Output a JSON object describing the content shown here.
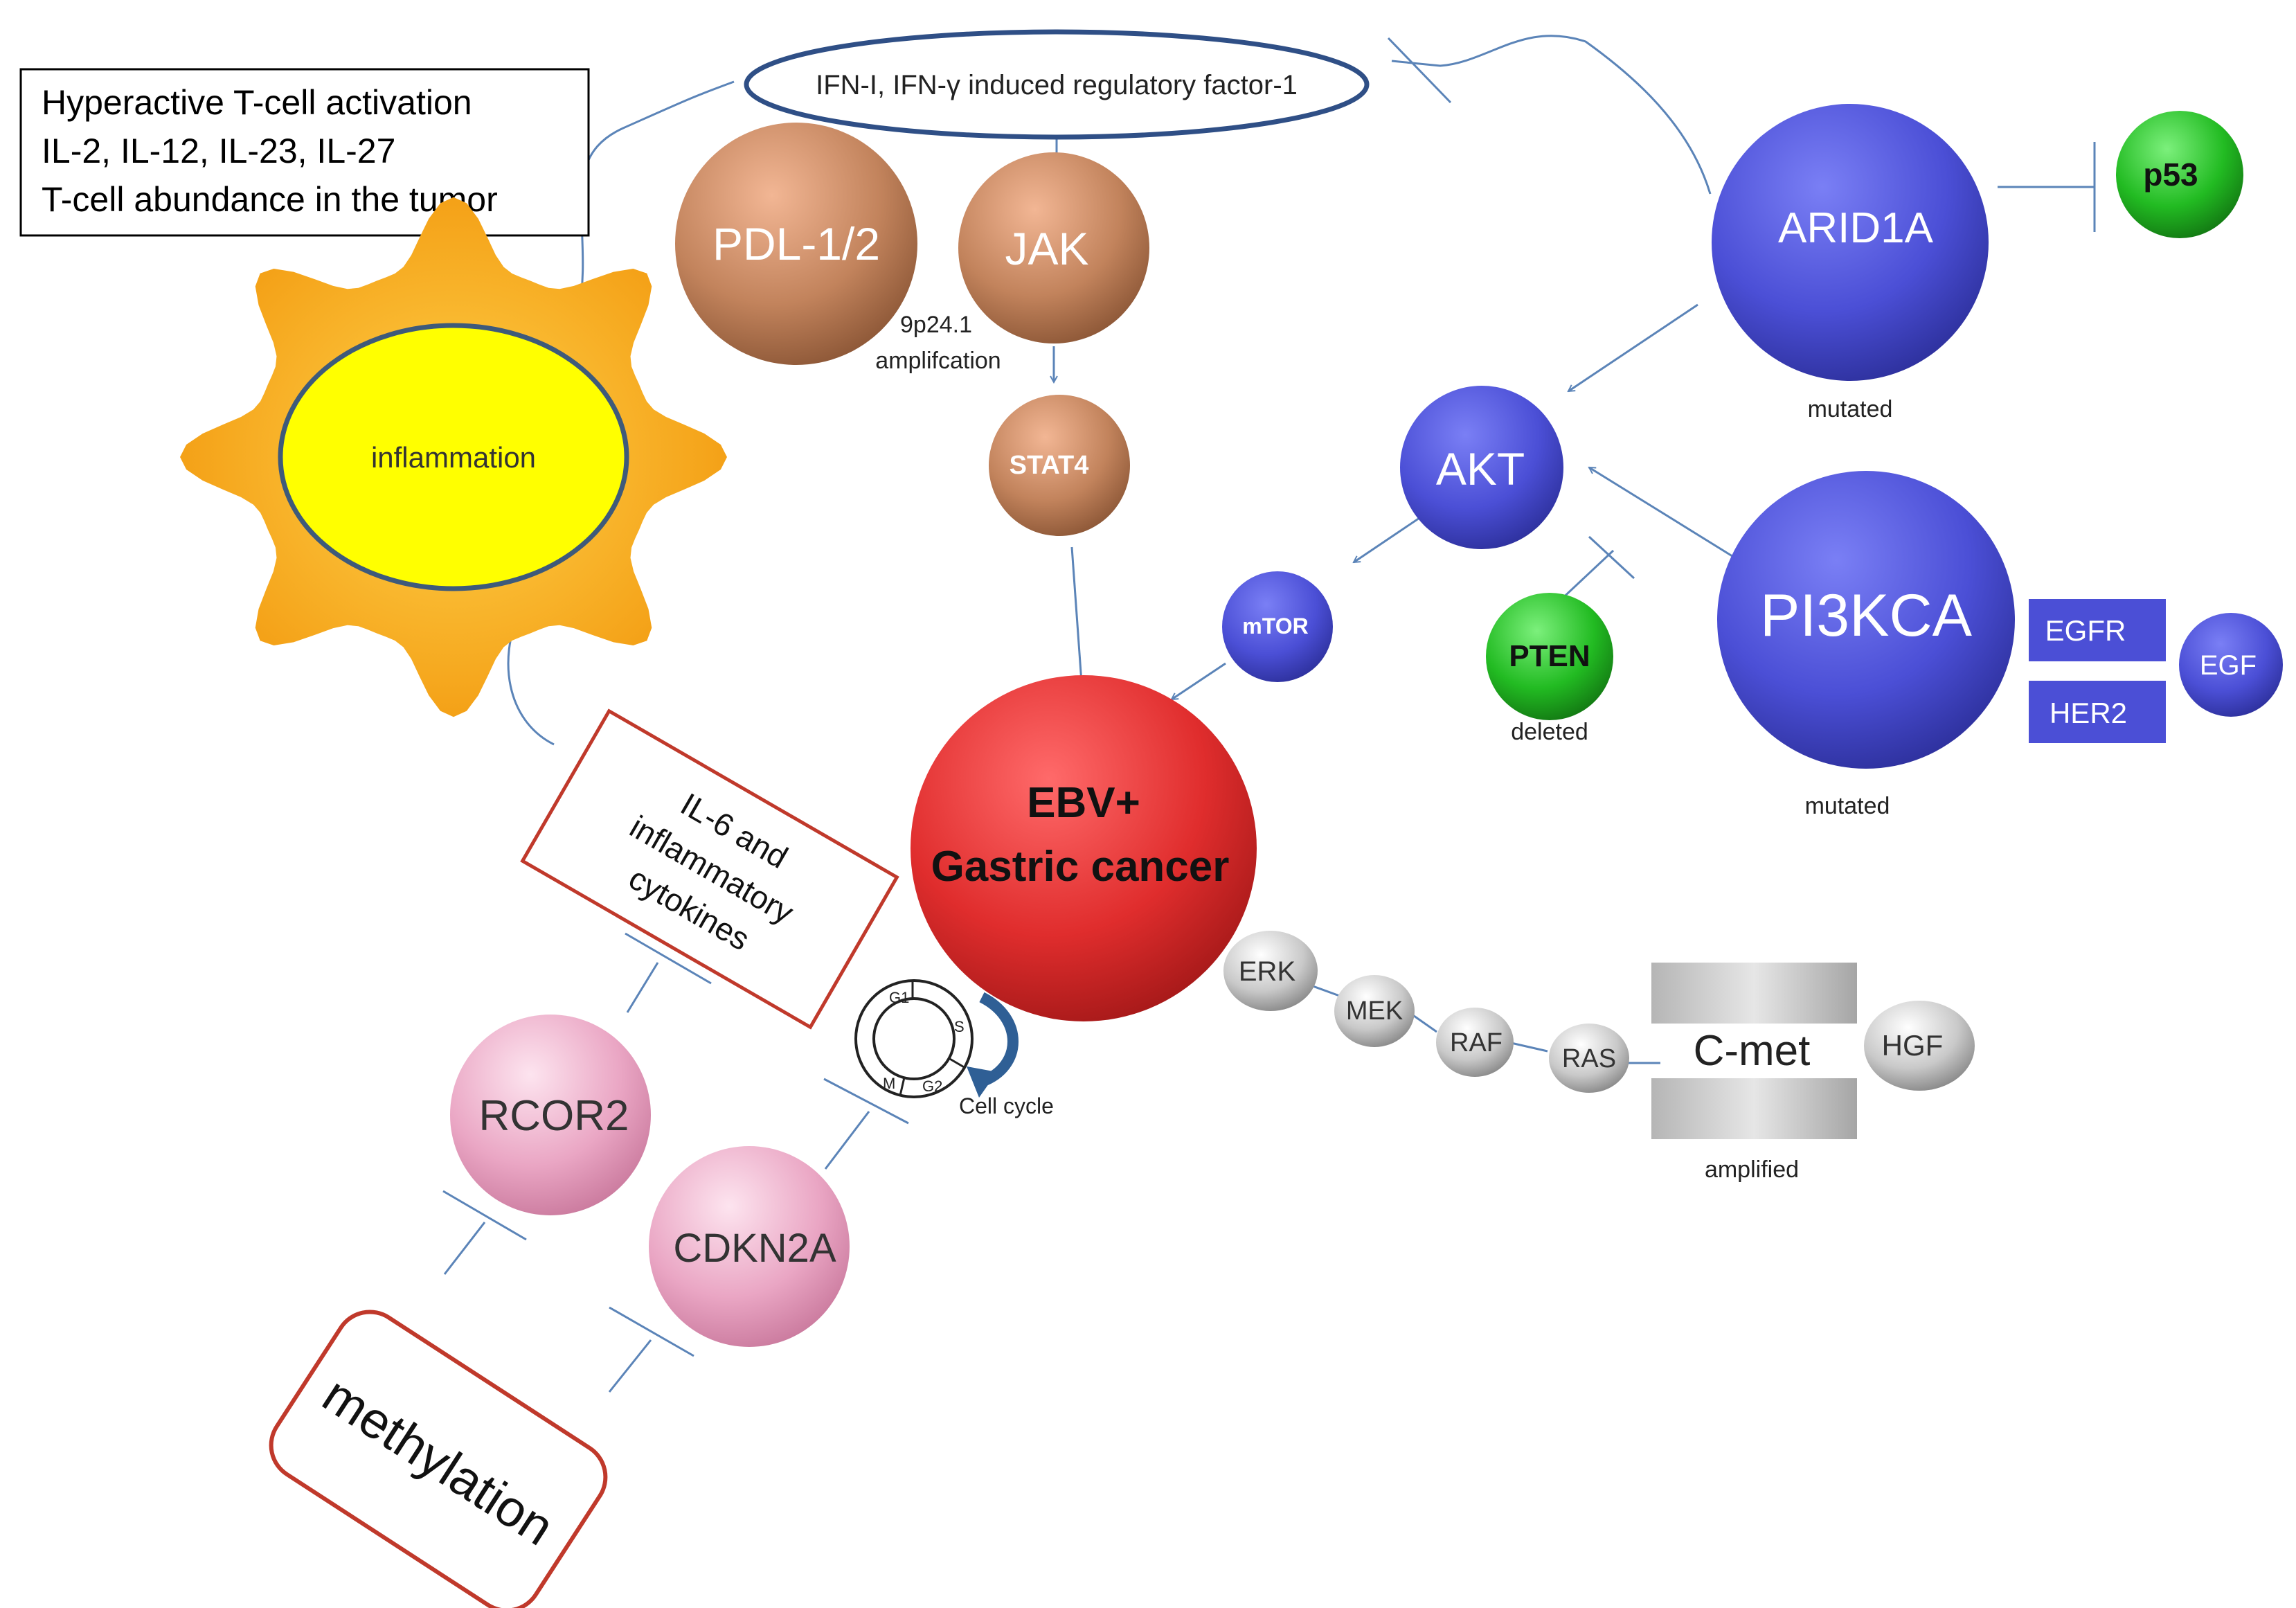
{
  "info_box": {
    "lines": [
      "Hyperactive T-cell activation",
      "IL-2, IL-12, IL-23, IL-27",
      "T-cell abundance in the tumor"
    ]
  },
  "irf_label": "IFN-I, IFN-γ induced regulatory factor-1",
  "inflammation_label": "inflammation",
  "nodes": {
    "pdl": "PDL-1/2",
    "jak": "JAK",
    "stat4": "STAT4",
    "amp_line1": "9p24.1",
    "amp_line2": "amplifcation",
    "arid1a": "ARID1A",
    "arid1a_note": "mutated",
    "p53": "p53",
    "akt": "AKT",
    "mtor": "mTOR",
    "pten": "PTEN",
    "pten_note": "deleted",
    "pi3kca": "PI3KCA",
    "pi3kca_note": "mutated",
    "egfr": "EGFR",
    "her2": "HER2",
    "egf": "EGF",
    "ebv_line1": "EBV+",
    "ebv_line2": "Gastric cancer",
    "erk": "ERK",
    "mek": "MEK",
    "raf": "RAF",
    "ras": "RAS",
    "cmet": "C-met",
    "cmet_note": "amplified",
    "hgf": "HGF",
    "rcor2": "RCOR2",
    "cdkn2a": "CDKN2A",
    "methylation": "methylation",
    "cytokines": [
      "IL-6 and",
      "inflammatory",
      "cytokines"
    ],
    "cell_cycle": "Cell cycle",
    "phase_g1": "G1",
    "phase_s": "S",
    "phase_m": "M",
    "phase_g2": "G2"
  },
  "colors": {
    "brown": "#b87a55",
    "blue": "#4b4fd6",
    "green": "#22bb22",
    "red": "#dd2a2a",
    "pink": "#e49ab8",
    "grey": "#a9a9a9",
    "sun": "#f5a623",
    "yellow": "#ffff00",
    "line": "#5b84b8",
    "box_red": "#c0392b"
  }
}
